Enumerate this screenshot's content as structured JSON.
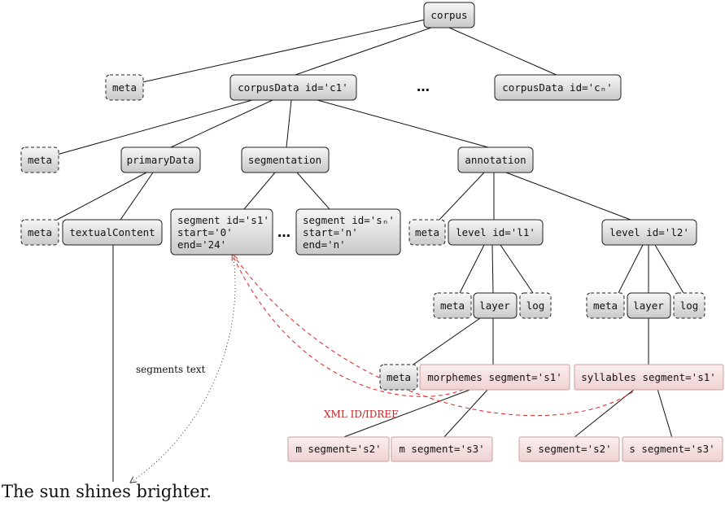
{
  "nodes": {
    "corpus": "corpus",
    "meta_top": "meta",
    "corpusData_c1": "corpusData id='c1'",
    "ellipsis_top": "…",
    "corpusData_cn": "corpusData id='cₙ'",
    "meta_l2": "meta",
    "primaryData": "primaryData",
    "segmentation": "segmentation",
    "annotation": "annotation",
    "meta_l3": "meta",
    "textualContent": "textualContent",
    "segment_s1": [
      "segment id='s1'",
      "start='0'",
      "end='24'"
    ],
    "ellipsis_seg": "…",
    "segment_sn": [
      "segment id='sₙ'",
      "start='n'",
      "end='n'"
    ],
    "meta_ann": "meta",
    "level_l1": "level id='l1'",
    "level_l2": "level id='l2'",
    "meta_l1": "meta",
    "layer_l1": "layer",
    "log_l1": "log",
    "meta_l2b": "meta",
    "layer_l2": "layer",
    "log_l2": "log",
    "meta_morph": "meta",
    "morphemes": "morphemes segment='s1'",
    "syllables": "syllables segment='s1'",
    "m_s2": "m segment='s2'",
    "m_s3": "m segment='s3'",
    "s_s2": "s segment='s2'",
    "s_s3": "s segment='s3'"
  },
  "labels": {
    "segments_text": "segments text",
    "xml_idref": "XML ID/IDREF"
  },
  "sentence": "The sun shines brighter.",
  "colors": {
    "link_red": "#e02020",
    "pink_fill": "#f5dede",
    "gray_fill": "#d8d8d8"
  }
}
